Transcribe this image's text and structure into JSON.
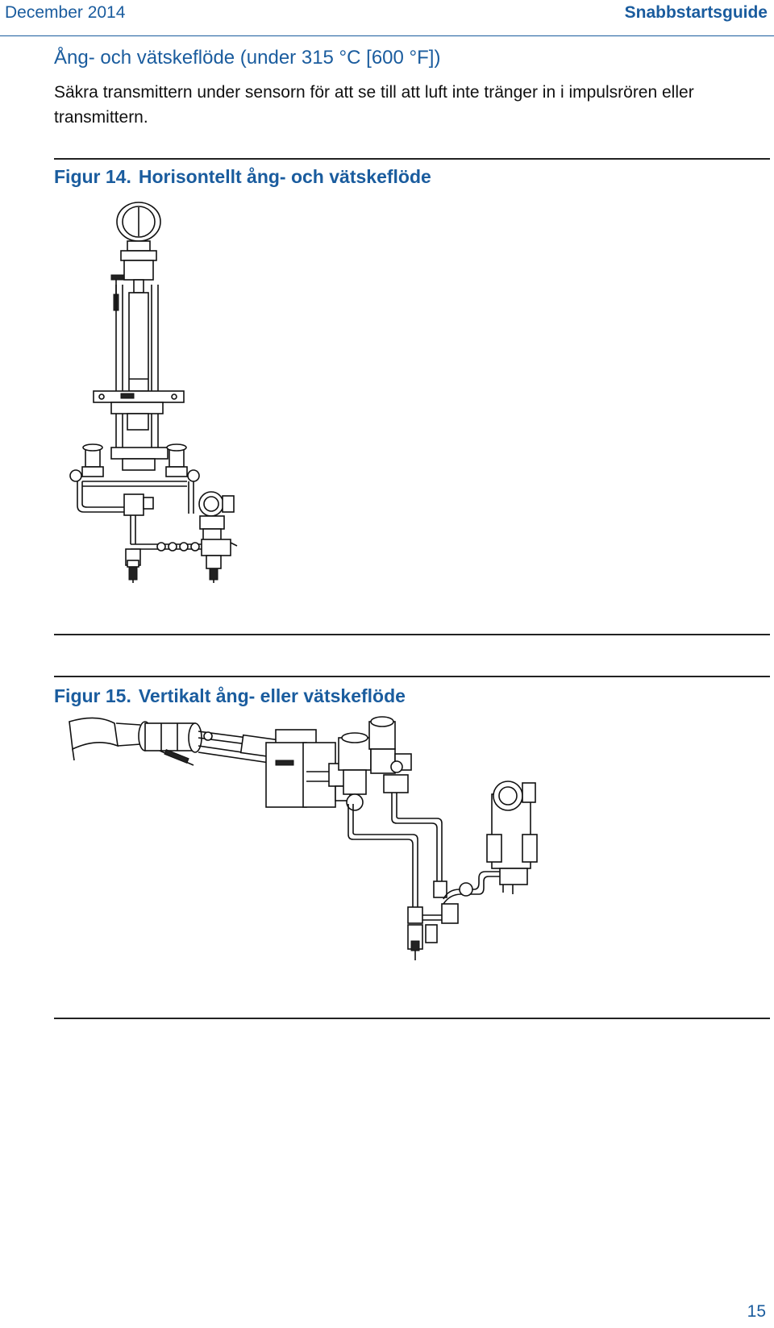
{
  "header": {
    "date": "December 2014",
    "guide": "Snabbstartsguide"
  },
  "section": {
    "title": "Ång- och vätskeflöde (under 315 °C [600 °F])",
    "body": "Säkra transmittern under sensorn för att se till att luft inte tränger in i impulsrören eller transmittern."
  },
  "figures": [
    {
      "number": "Figur 14.",
      "title": "Horisontellt ång- och vätskeflöde",
      "icon": "horizontal-flow-installation"
    },
    {
      "number": "Figur 15.",
      "title": "Vertikalt ång- eller vätskeflöde",
      "icon": "vertical-flow-installation"
    }
  ],
  "footer": {
    "page_number": "15"
  }
}
